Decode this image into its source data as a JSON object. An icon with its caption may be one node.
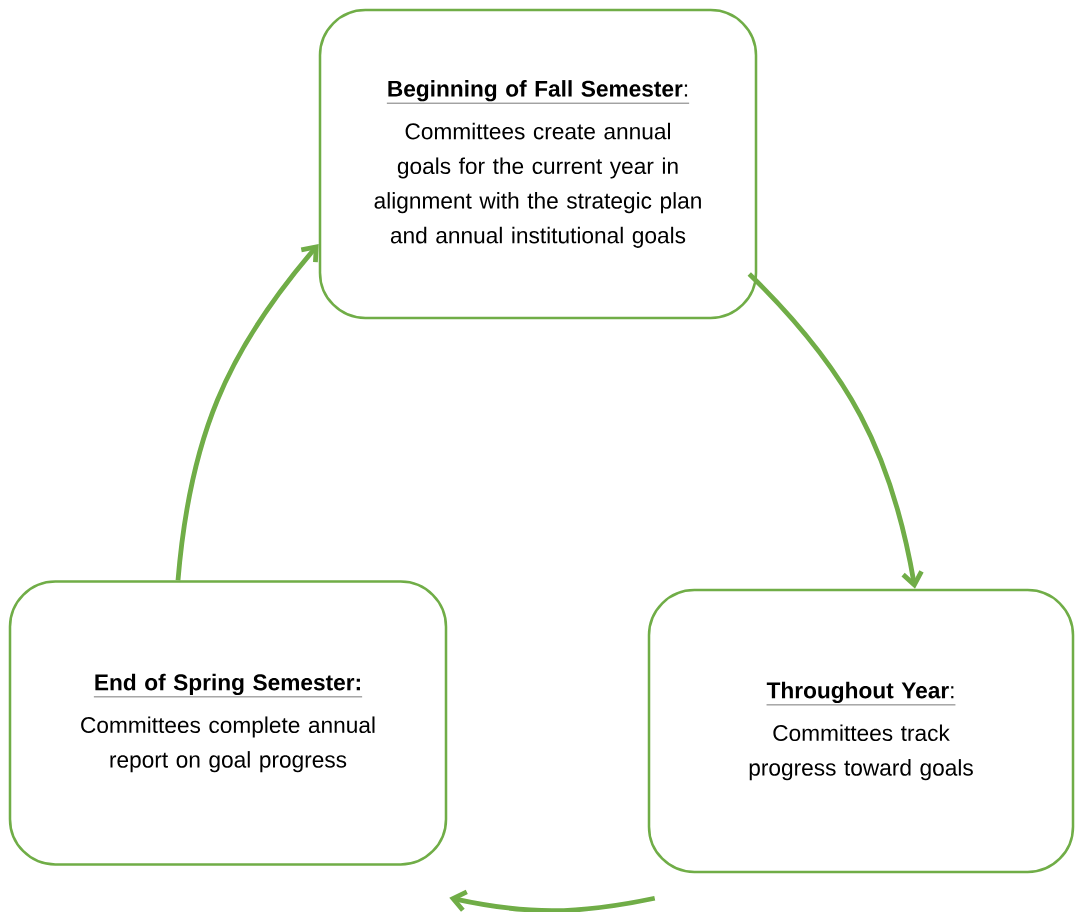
{
  "diagram": {
    "nodes": [
      {
        "text": [
          "**Beginning of Fall Semester**:",
          "Committees create annual goals for the current year in alignment with the strategic plan and annual institutional goals"
        ]
      },
      {
        "text": [
          "**Throughout Year**:",
          "Committees track progress toward goals"
        ]
      },
      {
        "text": [
          "End of Spring Semester:",
          "Committees complete annual report on goal progress"
        ]
      }
    ],
    "edges": [
      {
        "from": 0,
        "to": 1,
        "arrow": "to"
      },
      {
        "from": 1,
        "to": 2,
        "arrow": "to"
      },
      {
        "from": 2,
        "to": 0,
        "arrow": "to"
      }
    ]
  }
}
